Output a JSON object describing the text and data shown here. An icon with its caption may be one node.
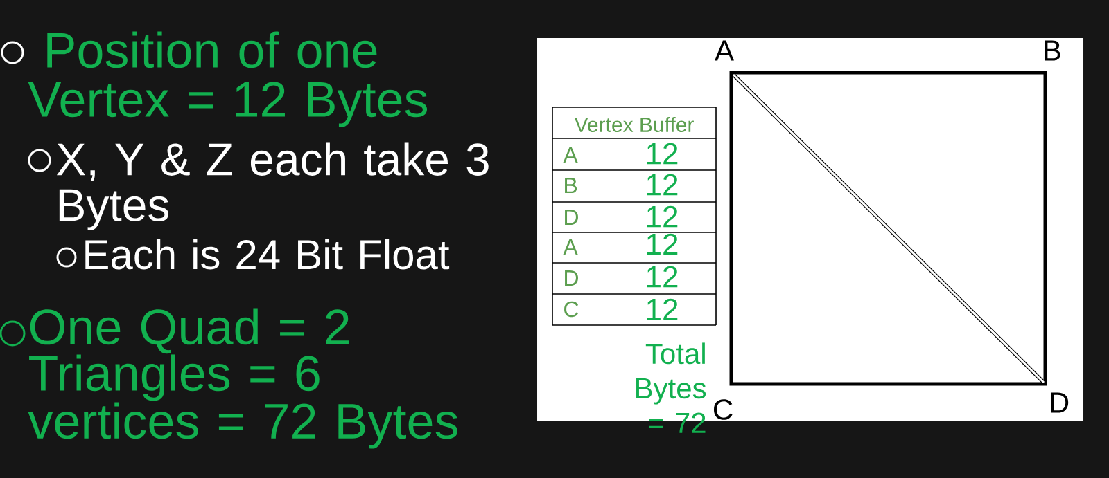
{
  "diagram": {
    "labels": [
      "Position of one Vertex = 12 Bytes",
      "X, Y & Z each take 3 Bytes",
      "Each is 24 Bit Float",
      "One Quad = 2 Triangles = 6 vertices = 72 Bytes",
      "A",
      "B",
      "Vertex Buffer",
      "A",
      "12",
      "B",
      "12",
      "D",
      "12",
      "A",
      "12",
      "D",
      "12",
      "C",
      "12",
      "Total Bytes = 72",
      "C",
      "D"
    ]
  }
}
